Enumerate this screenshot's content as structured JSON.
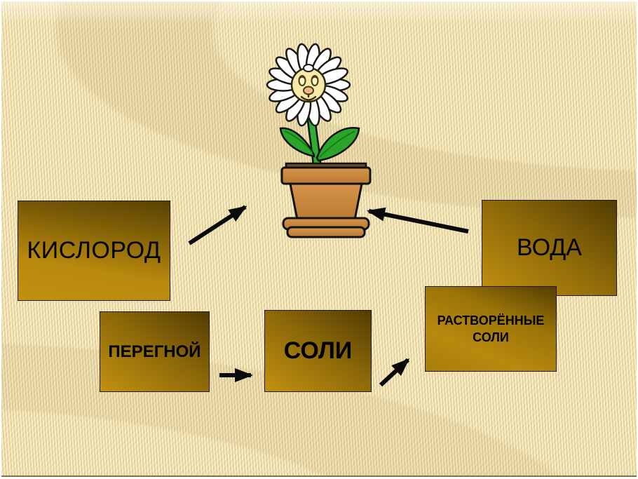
{
  "diagram": {
    "center_image": "flower-in-pot",
    "boxes": {
      "kislorod": {
        "label": "КИСЛОРОД"
      },
      "voda": {
        "label": "ВОДА"
      },
      "rastvorennye_soli": {
        "label": "РАСТВОРЁННЫЕ СОЛИ"
      },
      "peregnoi": {
        "label": "ПЕРЕГНОЙ"
      },
      "soli": {
        "label": "СОЛИ"
      }
    },
    "arrows": [
      {
        "from": "КИСЛОРОД",
        "to": "flower-in-pot"
      },
      {
        "from": "ВОДА",
        "to": "flower-in-pot"
      },
      {
        "from": "ПЕРЕГНОЙ",
        "to": "СОЛИ"
      },
      {
        "from": "СОЛИ",
        "to": "РАСТВОРЁННЫЕ СОЛИ"
      }
    ],
    "colors": {
      "slide_background": "#f1e3b2",
      "box_gradient_dark": "#523c03",
      "box_gradient_gold": "#c39110",
      "box_border": "#241a02",
      "box_text": "#000000",
      "arrow": "#0a0a0a",
      "frame": "#ffffff",
      "bottom_rule": "#7d744c",
      "pot": "#c8873c",
      "petal": "#ffffff",
      "face": "#f6e9a9",
      "leaf": "#2aa52a"
    }
  }
}
